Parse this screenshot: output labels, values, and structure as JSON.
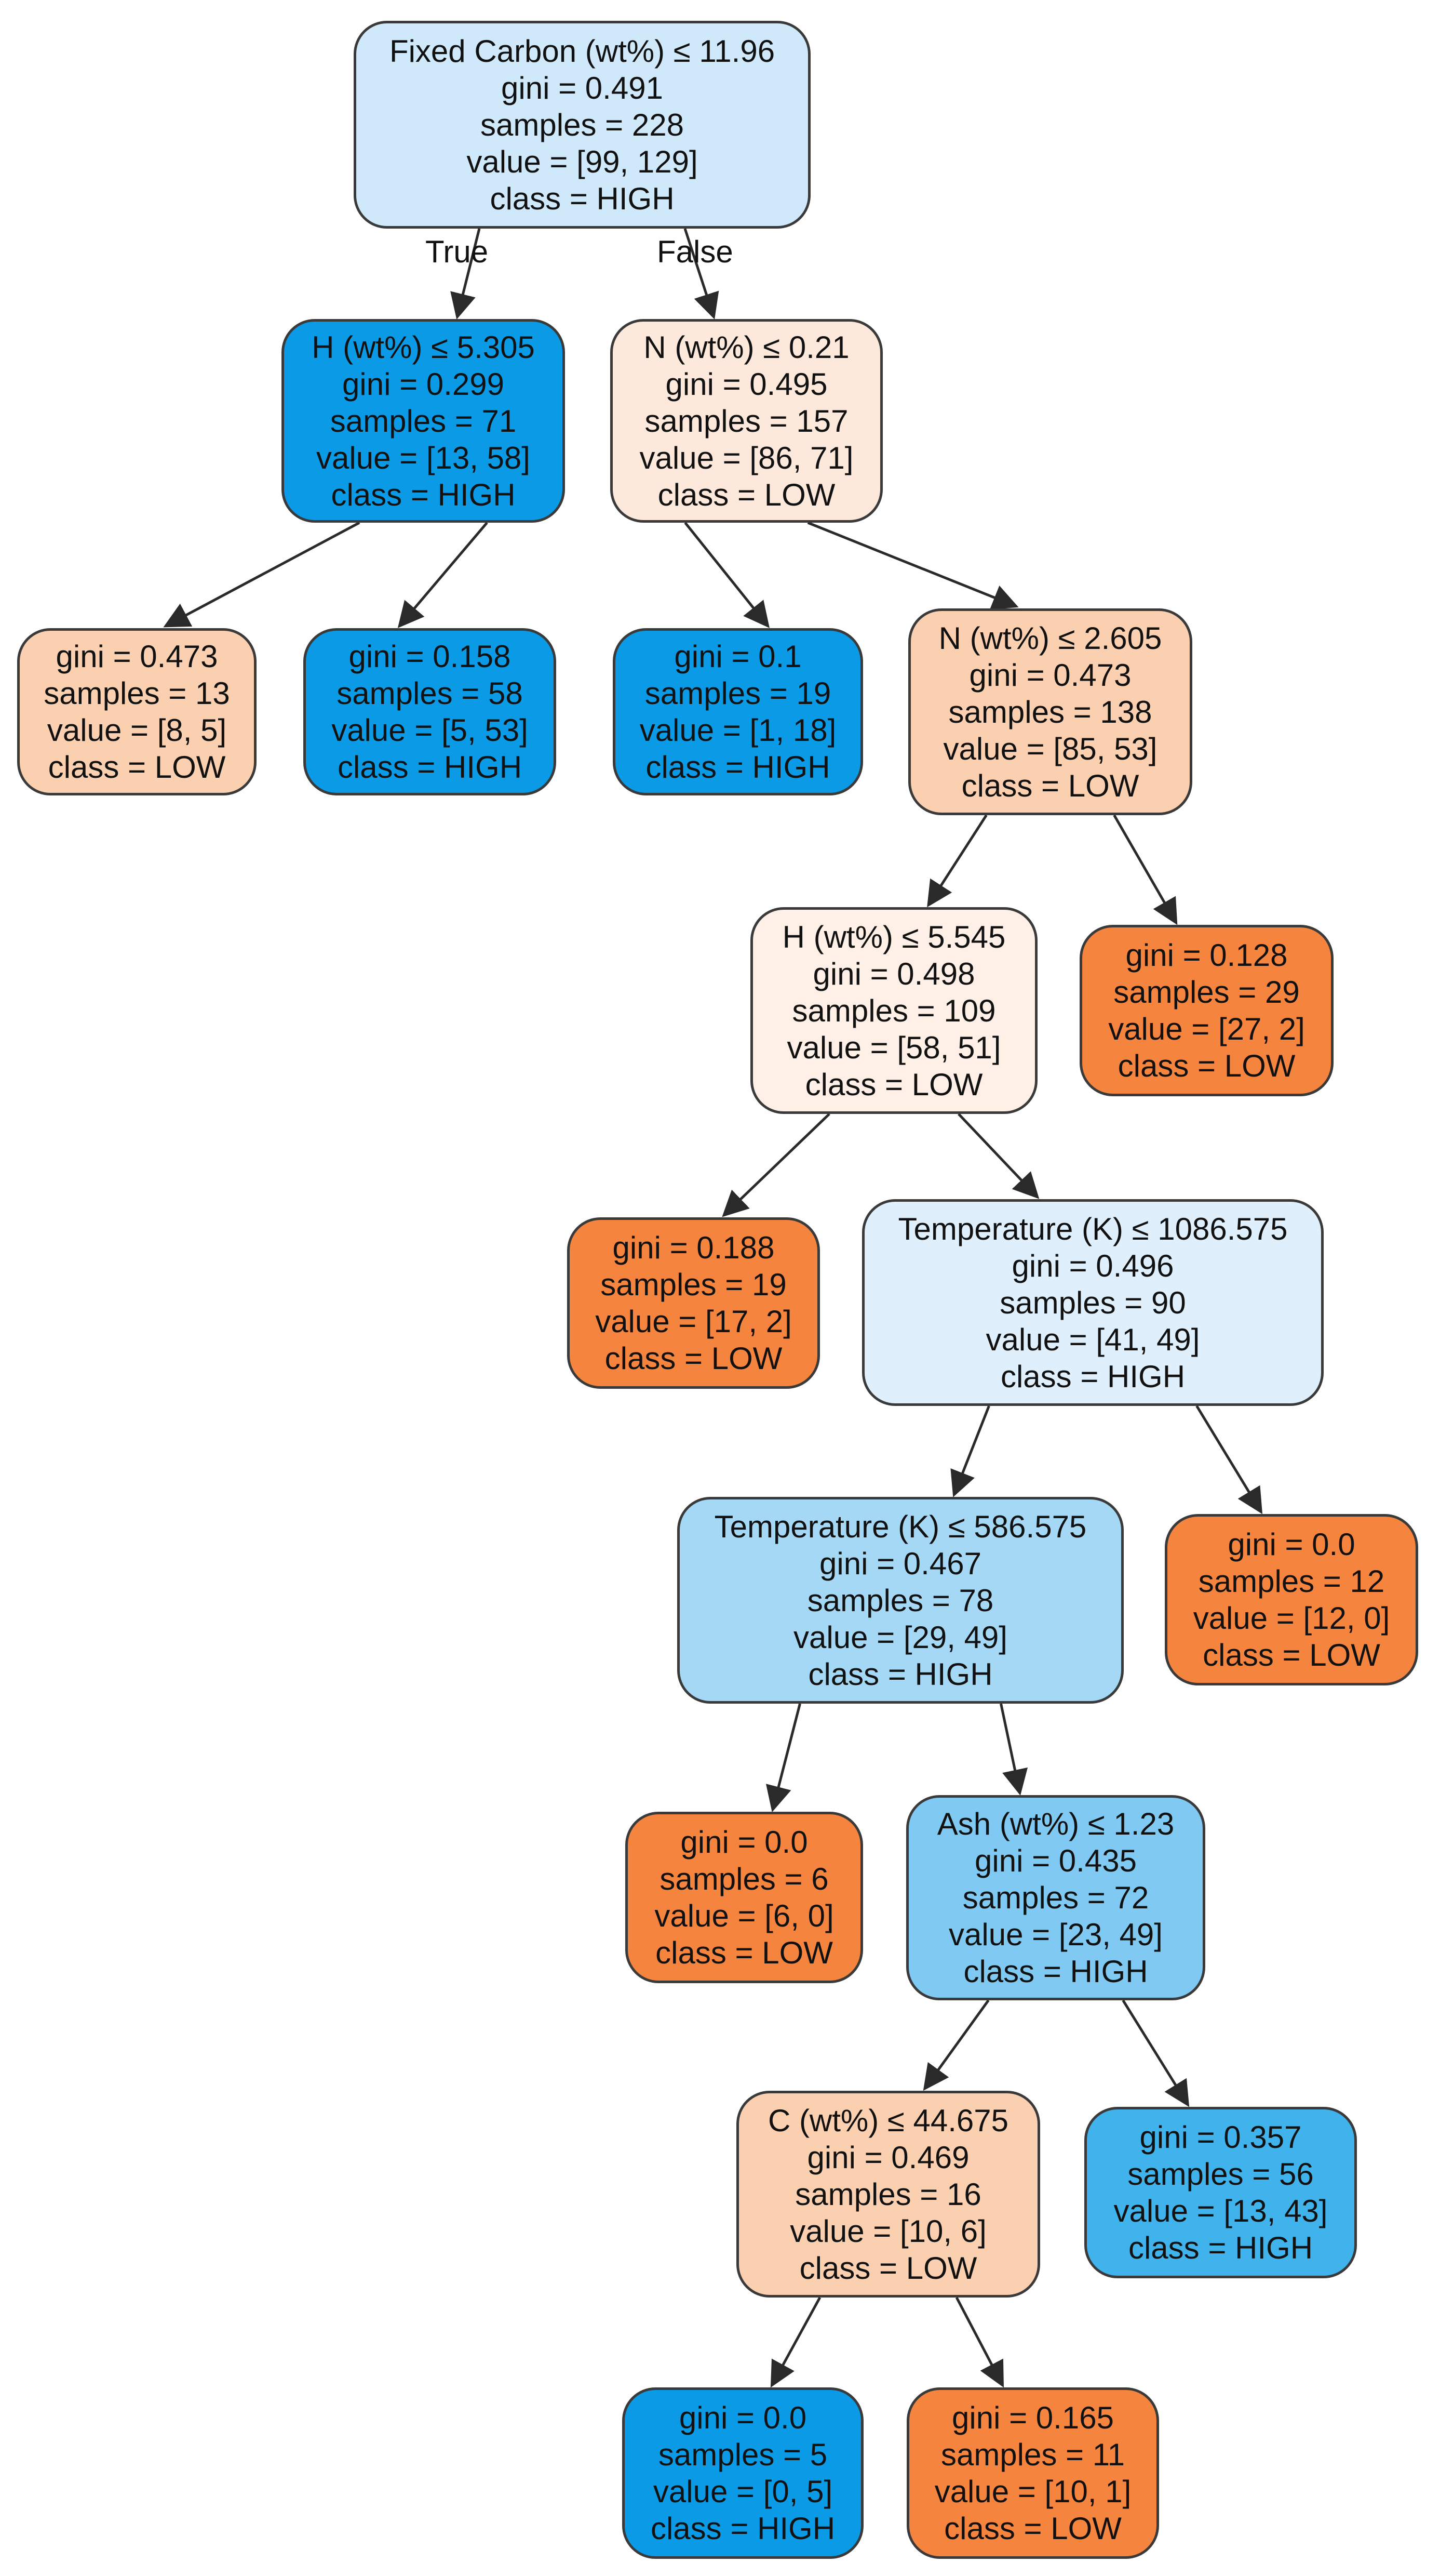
{
  "colors": {
    "high_strong": "#0b9ae6",
    "high_mid": "#40b3ec",
    "high_light": "#7fc9f2",
    "high_pale": "#a5d8f5",
    "high_paler": "#cfe9fa",
    "high_palest": "#dff0fc",
    "low_strong": "#f5843f",
    "low_mid": "#fbd0b1",
    "low_light": "#fce1cf",
    "low_pale": "#fde9dc",
    "low_palest": "#fef0e7",
    "border": "#3a3a3a",
    "edge": "#2a2a2a"
  },
  "edge_labels": {
    "true_label": "True",
    "false_label": "False"
  },
  "nodes": [
    {
      "id": "n0",
      "split": "Fixed Carbon (wt%) ≤ 11.96",
      "gini": "gini = 0.491",
      "samples": "samples = 228",
      "value": "value = [99, 129]",
      "class": "class = HIGH",
      "color": "high_paler"
    },
    {
      "id": "n1",
      "split": "H (wt%) ≤ 5.305",
      "gini": "gini = 0.299",
      "samples": "samples = 71",
      "value": "value = [13, 58]",
      "class": "class = HIGH",
      "color": "high_strong"
    },
    {
      "id": "n2",
      "split": "N (wt%) ≤ 0.21",
      "gini": "gini = 0.495",
      "samples": "samples = 157",
      "value": "value = [86, 71]",
      "class": "class = LOW",
      "color": "low_pale"
    },
    {
      "id": "n3",
      "split": "",
      "gini": "gini = 0.473",
      "samples": "samples = 13",
      "value": "value = [8, 5]",
      "class": "class = LOW",
      "color": "low_mid"
    },
    {
      "id": "n4",
      "split": "",
      "gini": "gini = 0.158",
      "samples": "samples = 58",
      "value": "value = [5, 53]",
      "class": "class = HIGH",
      "color": "high_strong"
    },
    {
      "id": "n5",
      "split": "",
      "gini": "gini = 0.1",
      "samples": "samples = 19",
      "value": "value = [1, 18]",
      "class": "class = HIGH",
      "color": "high_strong"
    },
    {
      "id": "n6",
      "split": "N (wt%) ≤ 2.605",
      "gini": "gini = 0.473",
      "samples": "samples = 138",
      "value": "value = [85, 53]",
      "class": "class = LOW",
      "color": "low_mid"
    },
    {
      "id": "n7",
      "split": "H (wt%) ≤ 5.545",
      "gini": "gini = 0.498",
      "samples": "samples = 109",
      "value": "value = [58, 51]",
      "class": "class = LOW",
      "color": "low_palest"
    },
    {
      "id": "n8",
      "split": "",
      "gini": "gini = 0.128",
      "samples": "samples = 29",
      "value": "value = [27, 2]",
      "class": "class = LOW",
      "color": "low_strong"
    },
    {
      "id": "n9",
      "split": "",
      "gini": "gini = 0.188",
      "samples": "samples = 19",
      "value": "value = [17, 2]",
      "class": "class = LOW",
      "color": "low_strong"
    },
    {
      "id": "n10",
      "split": "Temperature (K) ≤ 1086.575",
      "gini": "gini = 0.496",
      "samples": "samples = 90",
      "value": "value = [41, 49]",
      "class": "class = HIGH",
      "color": "high_palest"
    },
    {
      "id": "n11",
      "split": "Temperature (K) ≤ 586.575",
      "gini": "gini = 0.467",
      "samples": "samples = 78",
      "value": "value = [29, 49]",
      "class": "class = HIGH",
      "color": "high_pale"
    },
    {
      "id": "n12",
      "split": "",
      "gini": "gini = 0.0",
      "samples": "samples = 12",
      "value": "value = [12, 0]",
      "class": "class = LOW",
      "color": "low_strong"
    },
    {
      "id": "n13",
      "split": "",
      "gini": "gini = 0.0",
      "samples": "samples = 6",
      "value": "value = [6, 0]",
      "class": "class = LOW",
      "color": "low_strong"
    },
    {
      "id": "n14",
      "split": "Ash (wt%) ≤ 1.23",
      "gini": "gini = 0.435",
      "samples": "samples = 72",
      "value": "value = [23, 49]",
      "class": "class = HIGH",
      "color": "high_light"
    },
    {
      "id": "n15",
      "split": "C (wt%) ≤ 44.675",
      "gini": "gini = 0.469",
      "samples": "samples = 16",
      "value": "value = [10, 6]",
      "class": "class = LOW",
      "color": "low_mid"
    },
    {
      "id": "n16",
      "split": "",
      "gini": "gini = 0.357",
      "samples": "samples = 56",
      "value": "value = [13, 43]",
      "class": "class = HIGH",
      "color": "high_mid"
    },
    {
      "id": "n17",
      "split": "",
      "gini": "gini = 0.0",
      "samples": "samples = 5",
      "value": "value = [0, 5]",
      "class": "class = HIGH",
      "color": "high_strong"
    },
    {
      "id": "n18",
      "split": "",
      "gini": "gini = 0.165",
      "samples": "samples = 11",
      "value": "value = [10, 1]",
      "class": "class = LOW",
      "color": "low_strong"
    }
  ],
  "edges": [
    {
      "from": "n0",
      "to": "n1"
    },
    {
      "from": "n0",
      "to": "n2"
    },
    {
      "from": "n1",
      "to": "n3"
    },
    {
      "from": "n1",
      "to": "n4"
    },
    {
      "from": "n2",
      "to": "n5"
    },
    {
      "from": "n2",
      "to": "n6"
    },
    {
      "from": "n6",
      "to": "n7"
    },
    {
      "from": "n6",
      "to": "n8"
    },
    {
      "from": "n7",
      "to": "n9"
    },
    {
      "from": "n7",
      "to": "n10"
    },
    {
      "from": "n10",
      "to": "n11"
    },
    {
      "from": "n10",
      "to": "n12"
    },
    {
      "from": "n11",
      "to": "n13"
    },
    {
      "from": "n11",
      "to": "n14"
    },
    {
      "from": "n14",
      "to": "n15"
    },
    {
      "from": "n14",
      "to": "n16"
    },
    {
      "from": "n15",
      "to": "n17"
    },
    {
      "from": "n15",
      "to": "n18"
    }
  ]
}
